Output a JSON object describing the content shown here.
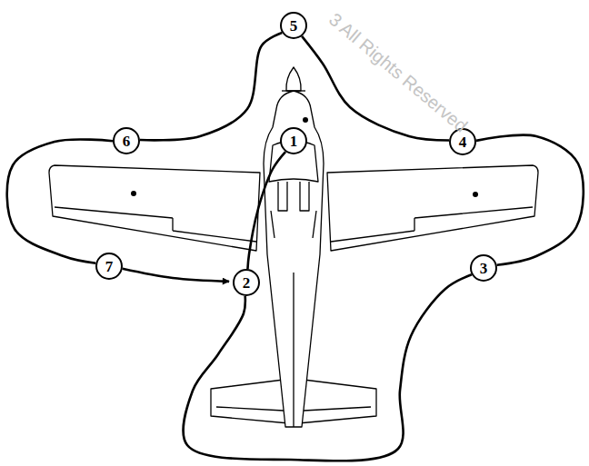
{
  "diagram": {
    "nodes": [
      {
        "text": [
          "1"
        ]
      },
      {
        "text": [
          "2"
        ]
      },
      {
        "text": [
          "3"
        ]
      },
      {
        "text": [
          "4"
        ]
      },
      {
        "text": [
          "5"
        ]
      },
      {
        "text": [
          "6"
        ]
      },
      {
        "text": [
          "7"
        ]
      }
    ],
    "edges": [
      {
        "from": 0,
        "to": 1,
        "arrow": "none"
      },
      {
        "from": 1,
        "to": 2,
        "arrow": "none"
      },
      {
        "from": 2,
        "to": 3,
        "arrow": "none"
      },
      {
        "from": 3,
        "to": 4,
        "arrow": "none"
      },
      {
        "from": 4,
        "to": 5,
        "arrow": "none"
      },
      {
        "from": 5,
        "to": 6,
        "arrow": "none"
      },
      {
        "from": 6,
        "to": 1,
        "arrow": "to"
      }
    ],
    "labels": [
      "3 All Rights Reserved"
    ]
  }
}
